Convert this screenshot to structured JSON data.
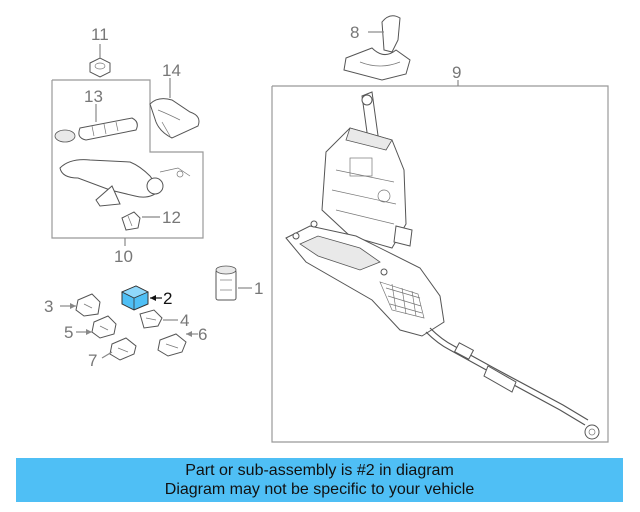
{
  "callouts": {
    "c1": "1",
    "c2": "2",
    "c3": "3",
    "c4": "4",
    "c5": "5",
    "c6": "6",
    "c7": "7",
    "c8": "8",
    "c9": "9",
    "c10": "10",
    "c11": "11",
    "c12": "12",
    "c13": "13",
    "c14": "14"
  },
  "highlight": {
    "part_number": "2",
    "color": "#4fbff5"
  },
  "banner": {
    "line1": "Part or sub-assembly is #2 in diagram",
    "line2": "Diagram may not be specific to your vehicle",
    "background": "#4fbff5"
  }
}
